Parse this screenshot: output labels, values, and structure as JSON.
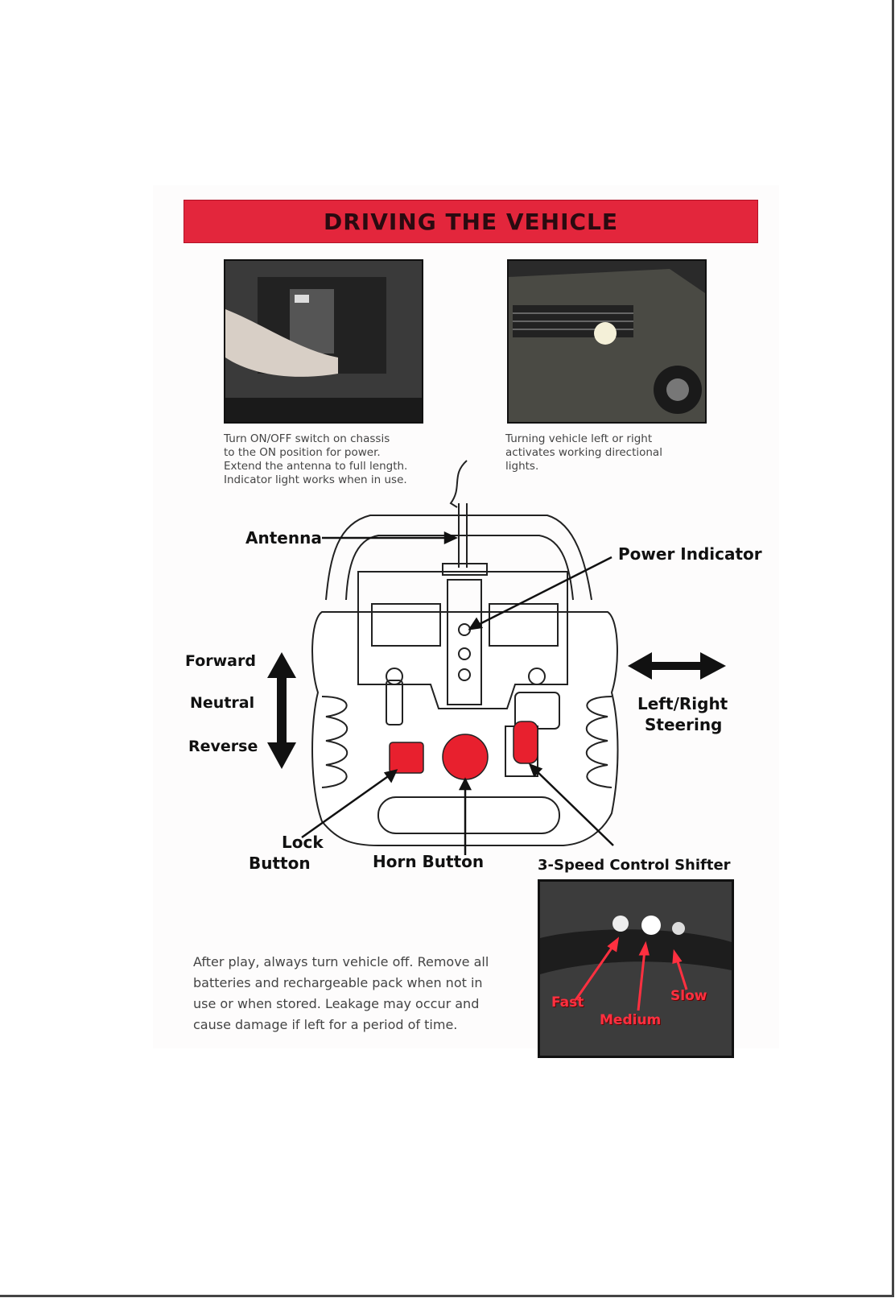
{
  "banner": {
    "title": "DRIVING THE VEHICLE"
  },
  "captions": {
    "left": [
      "Turn ON/OFF switch on chassis",
      "to the ON position for power.",
      "Extend the antenna to full length.",
      "Indicator light works when in use."
    ],
    "right": [
      "Turning vehicle left or right",
      "activates working directional",
      "lights."
    ]
  },
  "labels": {
    "antenna": "Antenna",
    "power_indicator": "Power Indicator",
    "forward": "Forward",
    "neutral": "Neutral",
    "reverse": "Reverse",
    "left_right_1": "Left/Right",
    "left_right_2": "Steering",
    "lock_1": "Lock",
    "lock_2": "Button",
    "horn": "Horn Button",
    "shifter": "3-Speed Control Shifter"
  },
  "after_play": [
    "After play, always turn vehicle off. Remove all",
    "batteries and rechargeable pack when not in",
    "use or when stored. Leakage may occur and",
    "cause damage if left for a period of time."
  ],
  "speeds": {
    "fast": "Fast",
    "medium": "Medium",
    "slow": "Slow"
  },
  "colors": {
    "banner": "#e3263c",
    "button_red": "#e8202e",
    "speed_label": "#ff3040"
  },
  "icons": {
    "power_photo": "photo-battery-switch",
    "truck_photo": "photo-truck-lights"
  }
}
